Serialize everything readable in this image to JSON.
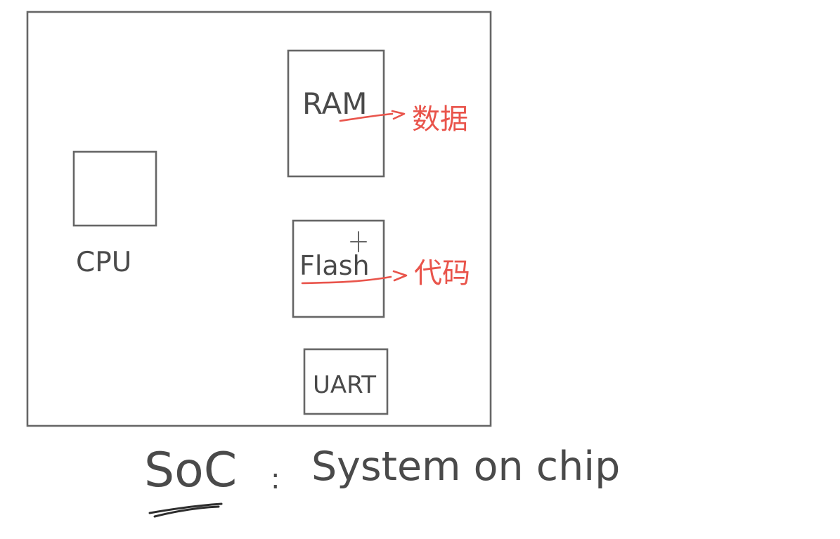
{
  "diagram": {
    "blocks": {
      "cpu": "CPU",
      "ram": "RAM",
      "flash": "Flash",
      "uart": "UART"
    },
    "annotations": {
      "ram": "数据",
      "flash": "代码"
    },
    "caption": {
      "abbr": "SoC",
      "separator": ":",
      "expansion": "System on chip"
    },
    "colors": {
      "box_ink": "#666666",
      "text_ink": "#4a4a4a",
      "annotation_ink": "#e9544b"
    }
  }
}
